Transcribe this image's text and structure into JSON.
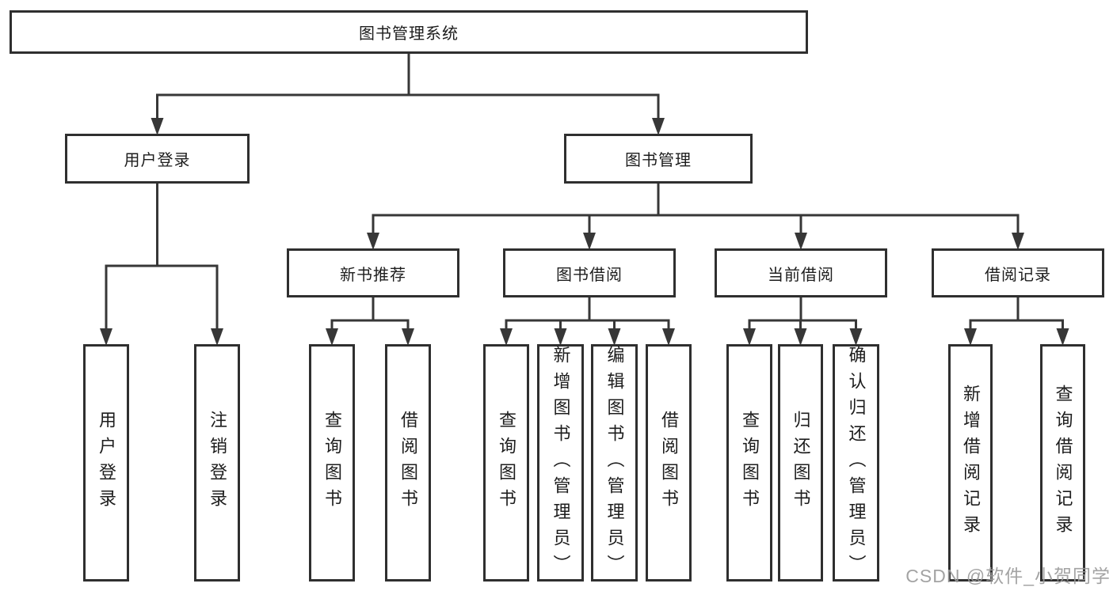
{
  "tree": {
    "label": "图书管理系统",
    "children": [
      {
        "label": "用户登录",
        "children": [
          {
            "label": "用户登录"
          },
          {
            "label": "注销登录"
          }
        ]
      },
      {
        "label": "图书管理",
        "children": [
          {
            "label": "新书推荐",
            "children": [
              {
                "label": "查询图书"
              },
              {
                "label": "借阅图书"
              }
            ]
          },
          {
            "label": "图书借阅",
            "children": [
              {
                "label": "查询图书"
              },
              {
                "label": "新增图书（管理员）"
              },
              {
                "label": "编辑图书（管理员）"
              },
              {
                "label": "借阅图书"
              }
            ]
          },
          {
            "label": "当前借阅",
            "children": [
              {
                "label": "查询图书"
              },
              {
                "label": "归还图书"
              },
              {
                "label": "确认归还（管理员）"
              }
            ]
          },
          {
            "label": "借阅记录",
            "children": [
              {
                "label": "新增借阅记录"
              },
              {
                "label": "查询借阅记录"
              }
            ]
          }
        ]
      }
    ]
  },
  "watermark": {
    "text": "CSDN @软件_小贺同学"
  },
  "colors": {
    "line": "#373737",
    "border": "#2f2f2f",
    "text": "#1d1d1d",
    "watermark_color": "#9a9a9a",
    "background": "#ffffff"
  }
}
